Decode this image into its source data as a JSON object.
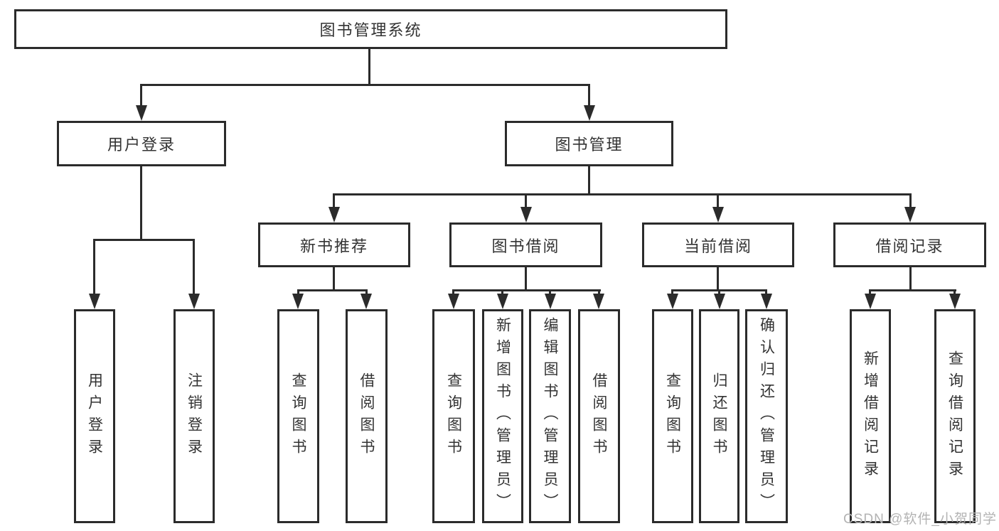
{
  "colors": {
    "line": "#2b2b2b",
    "text": "#333333",
    "background": "#ffffff",
    "watermark": "#b3b3b3"
  },
  "watermark": {
    "text": "CSDN @软件_小贺同学"
  },
  "diagram": {
    "type": "hierarchy-tree",
    "root": {
      "label": "图书管理系统"
    },
    "level2": [
      {
        "label": "用户登录"
      },
      {
        "label": "图书管理"
      }
    ],
    "level3": [
      {
        "parent": "图书管理",
        "label": "新书推荐"
      },
      {
        "parent": "图书管理",
        "label": "图书借阅"
      },
      {
        "parent": "图书管理",
        "label": "当前借阅"
      },
      {
        "parent": "图书管理",
        "label": "借阅记录"
      }
    ],
    "leaves": [
      {
        "parent": "用户登录",
        "label": "用户登录"
      },
      {
        "parent": "用户登录",
        "label": "注销登录"
      },
      {
        "parent": "新书推荐",
        "label": "查询图书"
      },
      {
        "parent": "新书推荐",
        "label": "借阅图书"
      },
      {
        "parent": "图书借阅",
        "label": "查询图书"
      },
      {
        "parent": "图书借阅",
        "label": "新增图书（管理员）"
      },
      {
        "parent": "图书借阅",
        "label": "编辑图书（管理员）"
      },
      {
        "parent": "图书借阅",
        "label": "借阅图书"
      },
      {
        "parent": "当前借阅",
        "label": "查询图书"
      },
      {
        "parent": "当前借阅",
        "label": "归还图书"
      },
      {
        "parent": "当前借阅",
        "label": "确认归还（管理员）"
      },
      {
        "parent": "借阅记录",
        "label": "新增借阅记录"
      },
      {
        "parent": "借阅记录",
        "label": "查询借阅记录"
      }
    ]
  }
}
